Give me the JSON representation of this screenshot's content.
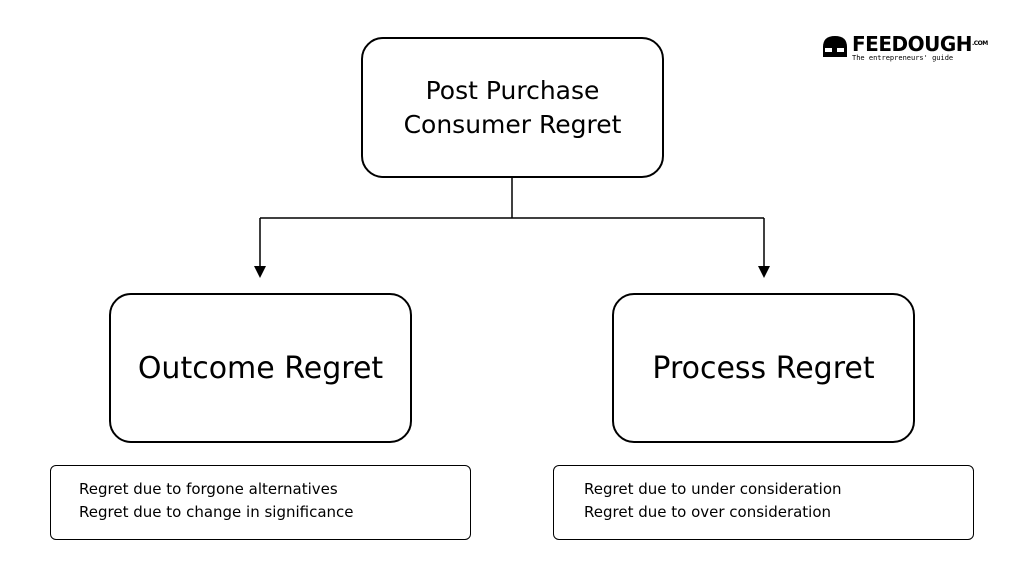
{
  "logo": {
    "name": "FEEDOUGH",
    "suffix": ".COM",
    "tagline": "The entrepreneurs' guide"
  },
  "root": {
    "label_line1": "Post Purchase",
    "label_line2": "Consumer Regret"
  },
  "branches": [
    {
      "label": "Outcome Regret",
      "items": [
        "Regret due to forgone alternatives",
        "Regret due to change in significance"
      ]
    },
    {
      "label": "Process Regret",
      "items": [
        "Regret due to under consideration",
        "Regret due to over consideration"
      ]
    }
  ]
}
